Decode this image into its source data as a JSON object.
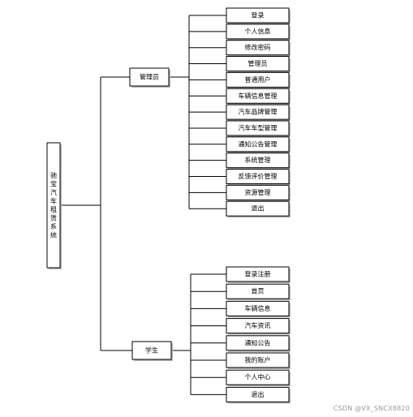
{
  "root": {
    "label": "驰宝汽车租赁系统"
  },
  "admin": {
    "label": "管理员",
    "items": [
      "登录",
      "个人信息",
      "修改密码",
      "管理员",
      "普通用户",
      "车辆信息管理",
      "汽车品牌管理",
      "汽车车型管理",
      "通知公告管理",
      "系统管理",
      "反馈评价管理",
      "资源管理",
      "退出"
    ]
  },
  "student": {
    "label": "学生",
    "items": [
      "登录注册",
      "首页",
      "车辆信息",
      "汽车资讯",
      "通知公告",
      "我的账户",
      "个人中心",
      "退出"
    ]
  },
  "watermark": "CSDN @VX_SNCX8820",
  "colors": {
    "line": "#000000",
    "box_fill": "#ffffff"
  }
}
